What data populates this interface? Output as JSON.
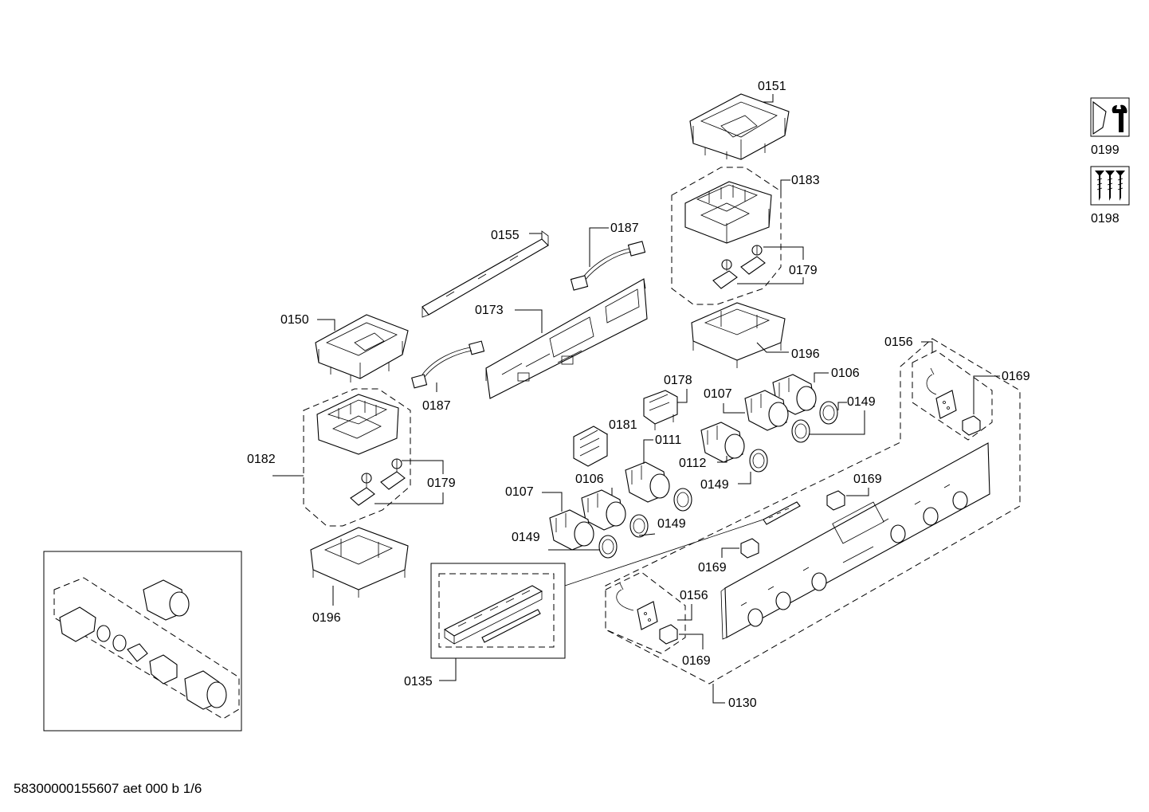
{
  "labels": {
    "p0151": "0151",
    "p0183": "0183",
    "p0179a": "0179",
    "p0196a": "0196",
    "p0155": "0155",
    "p0187a": "0187",
    "p0173": "0173",
    "p0150": "0150",
    "p0187b": "0187",
    "p0182": "0182",
    "p0179b": "0179",
    "p0196b": "0196",
    "p0178": "0178",
    "p0107a": "0107",
    "p0106a": "0106",
    "p0149a": "0149",
    "p0181": "0181",
    "p0111": "0111",
    "p0112": "0112",
    "p0149b": "0149",
    "p0107b": "0107",
    "p0106b": "0106",
    "p0149c": "0149",
    "p0149d": "0149",
    "p0156a": "0156",
    "p0169a": "0169",
    "p0169b": "0169",
    "p0169c": "0169",
    "p0156b": "0156",
    "p0169d": "0169",
    "p0130": "0130",
    "p0135": "0135",
    "p0199": "0199",
    "p0198": "0198"
  },
  "footer": "58300000155607 aet 000 b 1/6",
  "icons": {
    "service": "wrench-icon",
    "screws": "screws-icon"
  }
}
